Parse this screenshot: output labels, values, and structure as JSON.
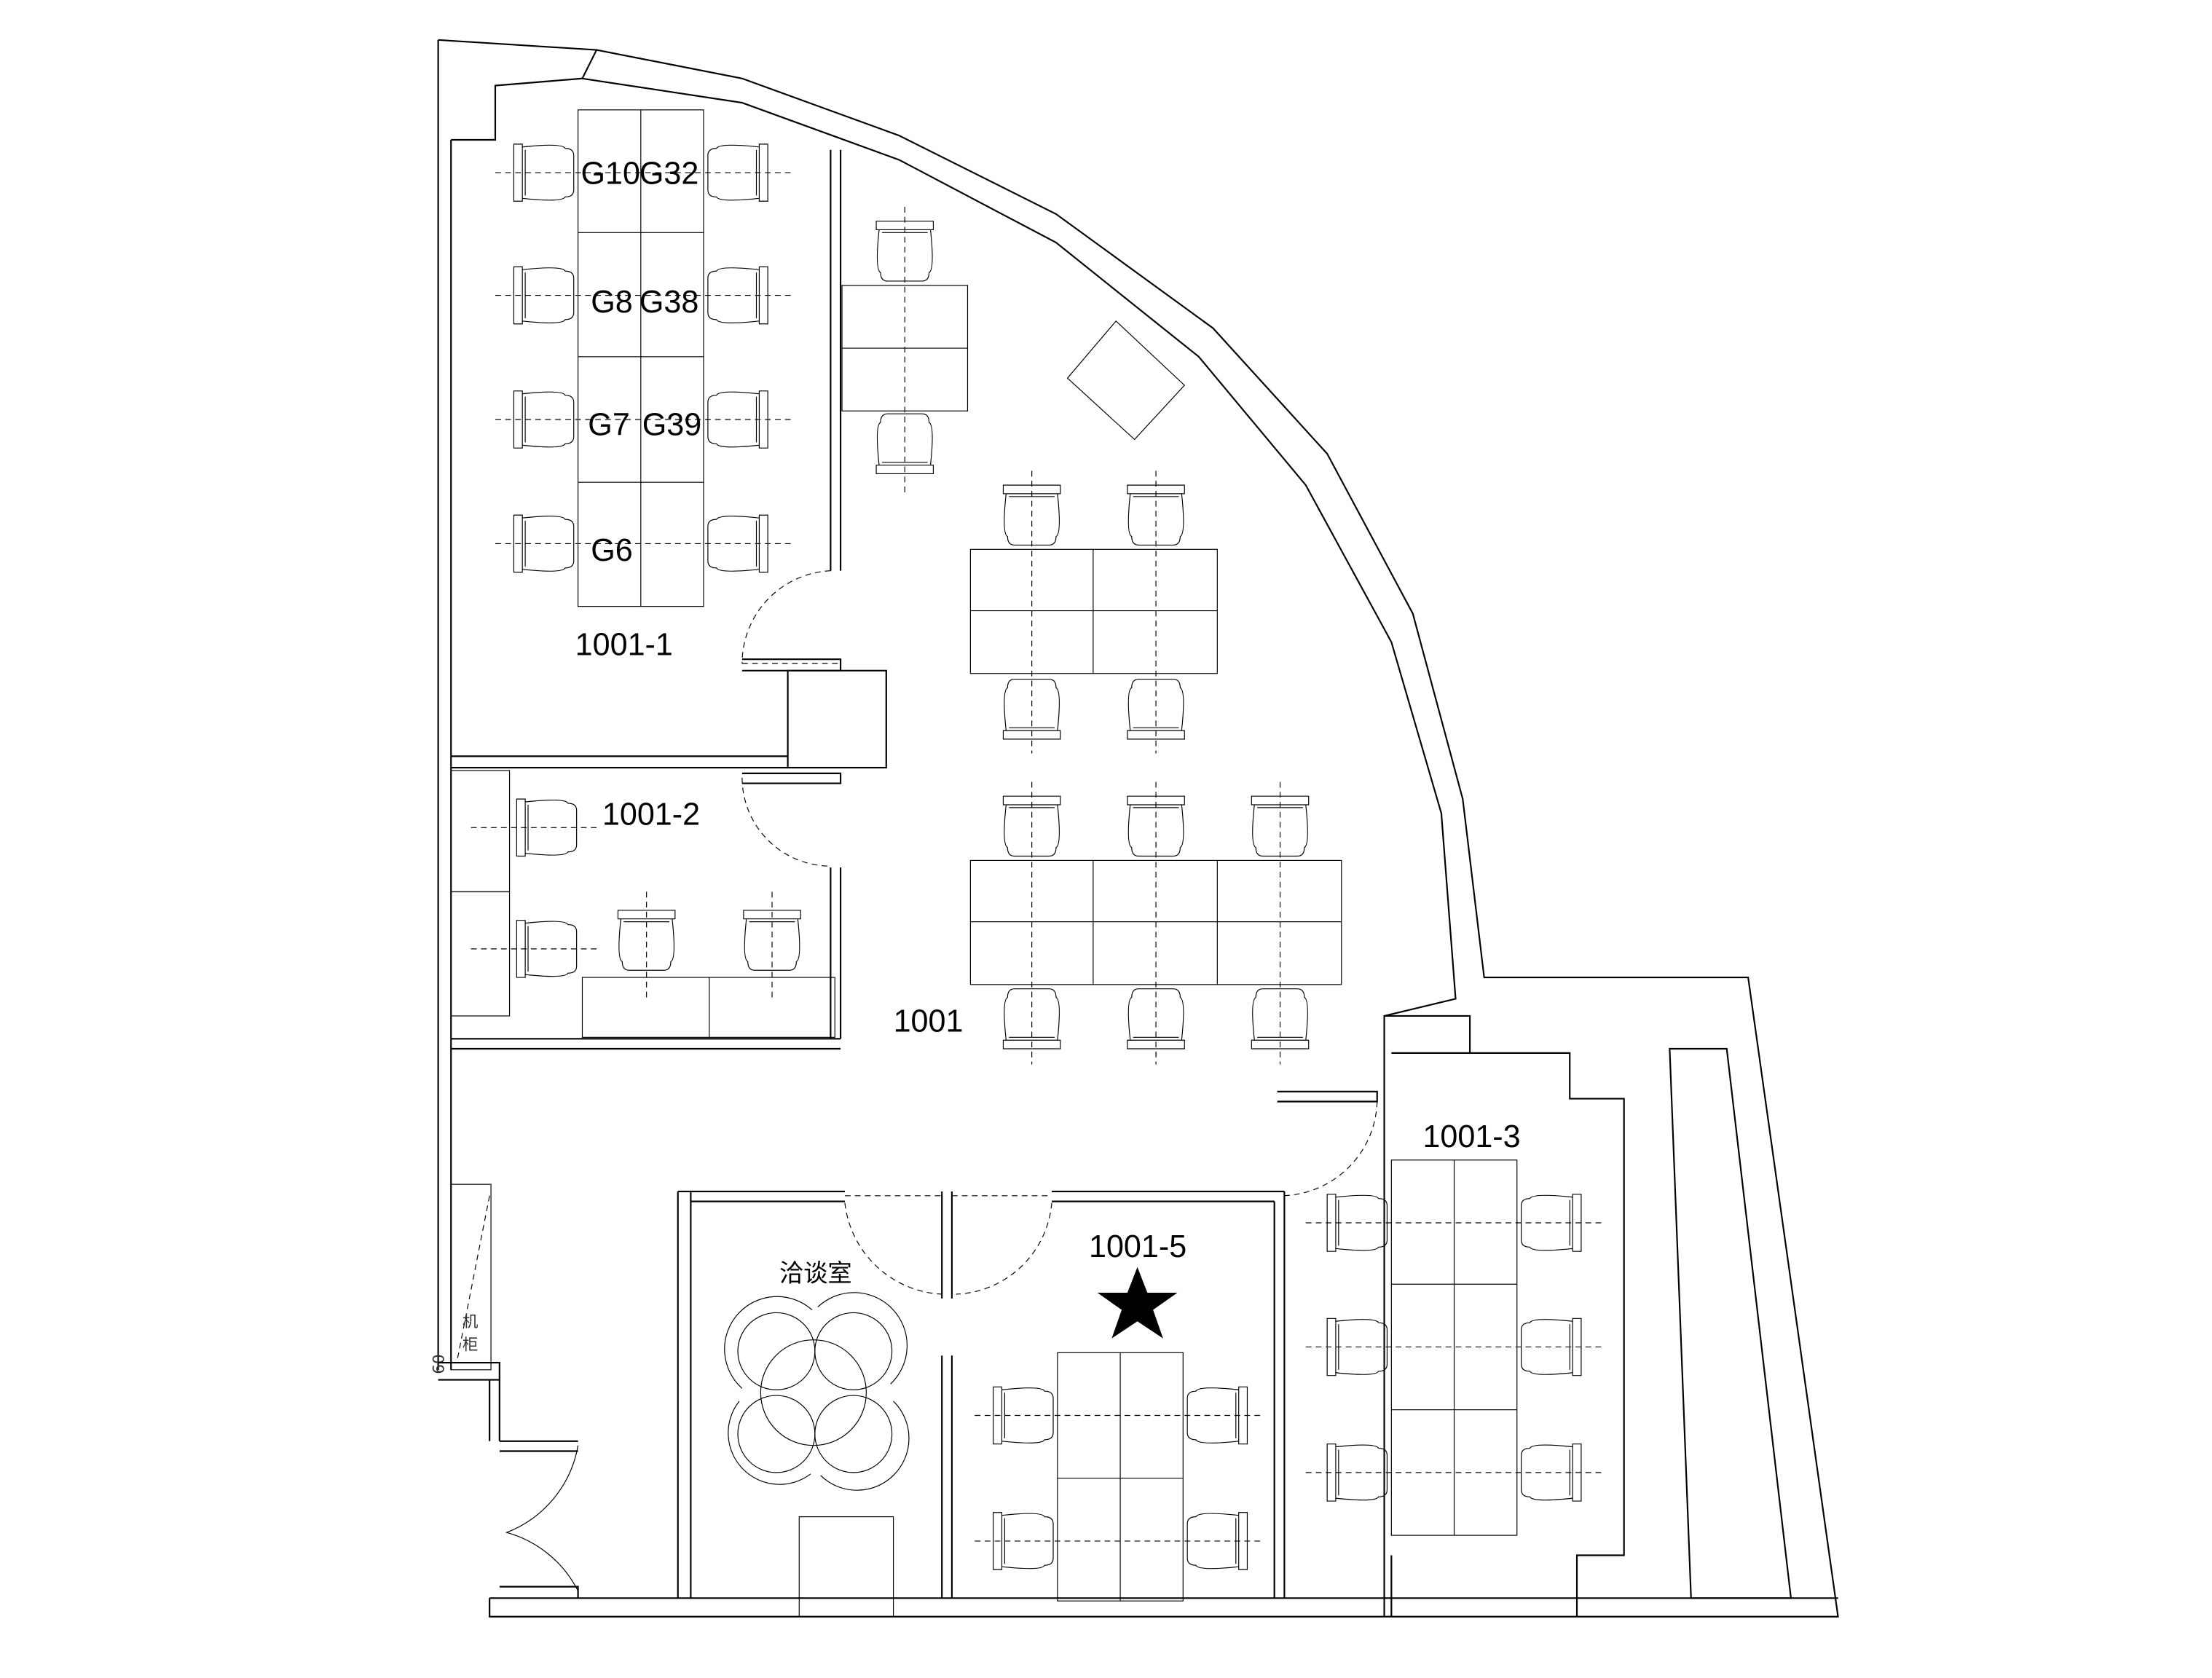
{
  "floor_plan": {
    "rooms": {
      "room_1": "1001-1",
      "room_2": "1001-2",
      "open_office": "1001",
      "room_3": "1001-3",
      "room_5": "1001-5",
      "meeting_room": "洽谈室"
    },
    "seats": [
      "G10",
      "G32",
      "G8",
      "G38",
      "G7",
      "G39",
      "G6"
    ],
    "cabinet_label": [
      "机",
      "柜"
    ],
    "dimension": "60",
    "marker": {
      "icon": "star-icon",
      "color": "#000000"
    }
  }
}
